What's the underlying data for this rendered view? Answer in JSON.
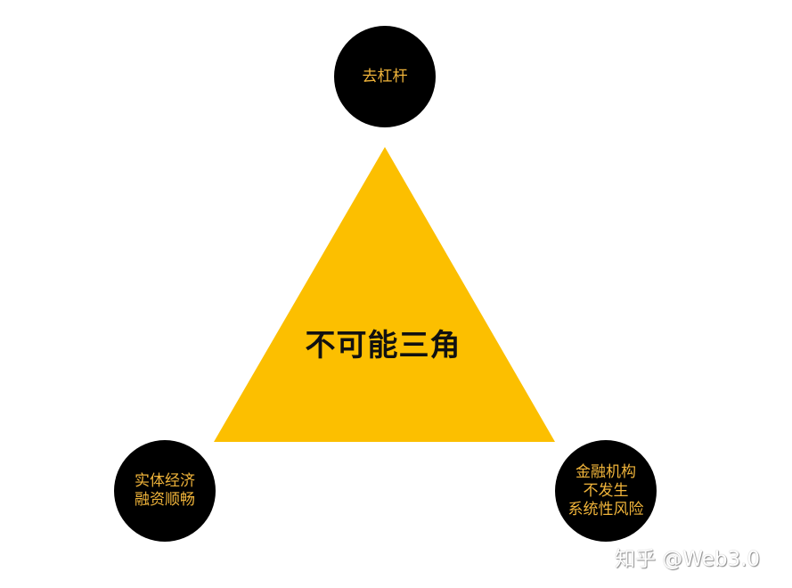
{
  "diagram": {
    "title": "不可能三角",
    "triangle_color": "#fcbf00",
    "circle_color": "#000000",
    "label_color": "#f0b43a",
    "vertices": {
      "top": {
        "lines": [
          "去杠杆"
        ]
      },
      "bottom_left": {
        "lines": [
          "实体经济",
          "融资顺畅"
        ]
      },
      "bottom_right": {
        "lines": [
          "金融机构",
          "不发生",
          "系统性风险"
        ]
      }
    }
  },
  "watermark": "知乎 @Web3.0"
}
